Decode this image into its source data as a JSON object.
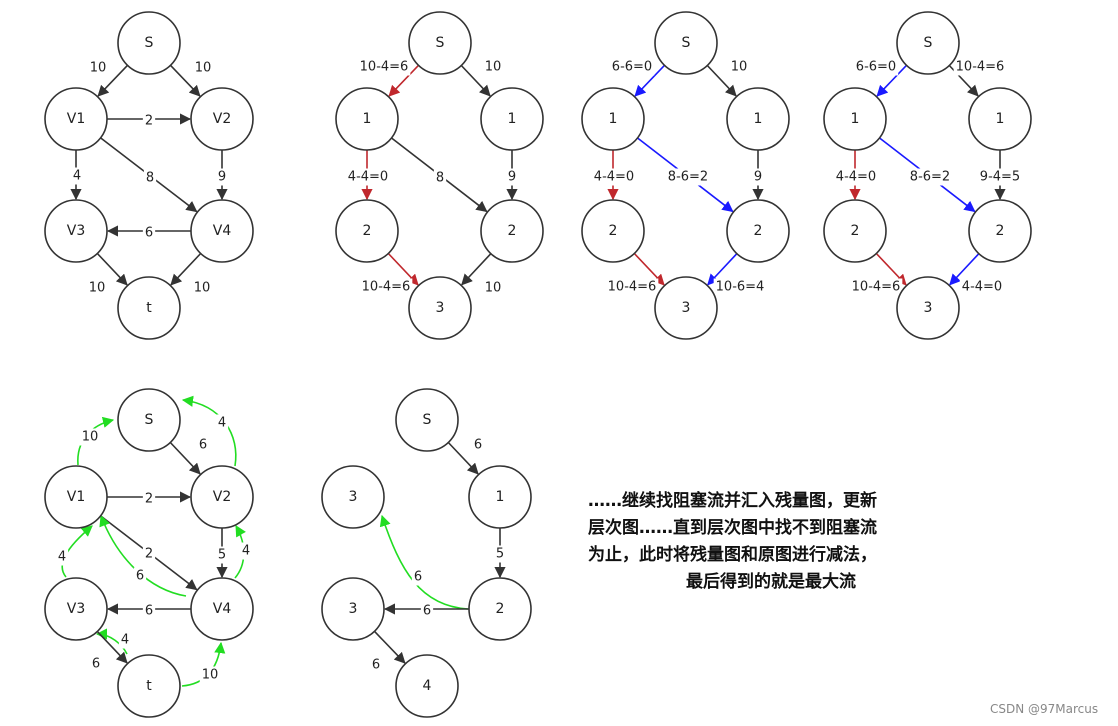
{
  "colors": {
    "black_edge": "#333333",
    "red_edge": "#c0282d",
    "blue_edge": "#1a1aff",
    "green_edge": "#22dd22"
  },
  "graphs": [
    {
      "id": "g1",
      "nodes": [
        {
          "id": "s",
          "label": "S"
        },
        {
          "id": "v1",
          "label": "V1"
        },
        {
          "id": "v2",
          "label": "V2"
        },
        {
          "id": "v3",
          "label": "V3"
        },
        {
          "id": "v4",
          "label": "V4"
        },
        {
          "id": "t",
          "label": "t"
        }
      ],
      "edges": [
        {
          "from": "s",
          "to": "v1",
          "label": "10",
          "color": "black"
        },
        {
          "from": "s",
          "to": "v2",
          "label": "10",
          "color": "black"
        },
        {
          "from": "v1",
          "to": "v2",
          "label": "2",
          "color": "black"
        },
        {
          "from": "v1",
          "to": "v4",
          "label": "8",
          "color": "black"
        },
        {
          "from": "v1",
          "to": "v3",
          "label": "4",
          "color": "black"
        },
        {
          "from": "v2",
          "to": "v4",
          "label": "9",
          "color": "black"
        },
        {
          "from": "v4",
          "to": "v3",
          "label": "6",
          "color": "black"
        },
        {
          "from": "v3",
          "to": "t",
          "label": "10",
          "color": "black"
        },
        {
          "from": "v4",
          "to": "t",
          "label": "10",
          "color": "black"
        }
      ]
    },
    {
      "id": "g2",
      "nodes": [
        {
          "id": "s",
          "label": "S"
        },
        {
          "id": "v1",
          "label": "1"
        },
        {
          "id": "v2",
          "label": "1"
        },
        {
          "id": "v3",
          "label": "2"
        },
        {
          "id": "v4",
          "label": "2"
        },
        {
          "id": "t",
          "label": "3"
        }
      ],
      "edges": [
        {
          "from": "s",
          "to": "v1",
          "label": "10-4=6",
          "color": "red"
        },
        {
          "from": "s",
          "to": "v2",
          "label": "10",
          "color": "black"
        },
        {
          "from": "v1",
          "to": "v3",
          "label": "4-4=0",
          "color": "red"
        },
        {
          "from": "v1",
          "to": "v4",
          "label": "8",
          "color": "black"
        },
        {
          "from": "v2",
          "to": "v4",
          "label": "9",
          "color": "black"
        },
        {
          "from": "v3",
          "to": "t",
          "label": "10-4=6",
          "color": "red"
        },
        {
          "from": "v4",
          "to": "t",
          "label": "10",
          "color": "black"
        }
      ]
    },
    {
      "id": "g3",
      "nodes": [
        {
          "id": "s",
          "label": "S"
        },
        {
          "id": "v1",
          "label": "1"
        },
        {
          "id": "v2",
          "label": "1"
        },
        {
          "id": "v3",
          "label": "2"
        },
        {
          "id": "v4",
          "label": "2"
        },
        {
          "id": "t",
          "label": "3"
        }
      ],
      "edges": [
        {
          "from": "s",
          "to": "v1",
          "label": "6-6=0",
          "color": "blue"
        },
        {
          "from": "s",
          "to": "v2",
          "label": "10",
          "color": "black"
        },
        {
          "from": "v1",
          "to": "v3",
          "label": "4-4=0",
          "color": "red"
        },
        {
          "from": "v1",
          "to": "v4",
          "label": "8-6=2",
          "color": "blue"
        },
        {
          "from": "v2",
          "to": "v4",
          "label": "9",
          "color": "black"
        },
        {
          "from": "v3",
          "to": "t",
          "label": "10-4=6",
          "color": "red"
        },
        {
          "from": "v4",
          "to": "t",
          "label": "10-6=4",
          "color": "blue"
        }
      ]
    },
    {
      "id": "g4",
      "nodes": [
        {
          "id": "s",
          "label": "S"
        },
        {
          "id": "v1",
          "label": "1"
        },
        {
          "id": "v2",
          "label": "1"
        },
        {
          "id": "v3",
          "label": "2"
        },
        {
          "id": "v4",
          "label": "2"
        },
        {
          "id": "t",
          "label": "3"
        }
      ],
      "edges": [
        {
          "from": "s",
          "to": "v1",
          "label": "6-6=0",
          "color": "blue"
        },
        {
          "from": "s",
          "to": "v2",
          "label": "10-4=6",
          "color": "black"
        },
        {
          "from": "v1",
          "to": "v3",
          "label": "4-4=0",
          "color": "red"
        },
        {
          "from": "v1",
          "to": "v4",
          "label": "8-6=2",
          "color": "blue"
        },
        {
          "from": "v2",
          "to": "v4",
          "label": "9-4=5",
          "color": "black"
        },
        {
          "from": "v3",
          "to": "t",
          "label": "10-4=6",
          "color": "red"
        },
        {
          "from": "v4",
          "to": "t",
          "label": "4-4=0",
          "color": "blue"
        }
      ]
    },
    {
      "id": "g5",
      "nodes": [
        {
          "id": "s",
          "label": "S"
        },
        {
          "id": "v1",
          "label": "V1"
        },
        {
          "id": "v2",
          "label": "V2"
        },
        {
          "id": "v3",
          "label": "V3"
        },
        {
          "id": "v4",
          "label": "V4"
        },
        {
          "id": "t",
          "label": "t"
        }
      ],
      "edges": [
        {
          "from": "v1",
          "to": "s",
          "label": "10",
          "color": "green",
          "curve": "c1"
        },
        {
          "from": "s",
          "to": "v2",
          "label": "6",
          "color": "black"
        },
        {
          "from": "v2",
          "to": "s",
          "label": "4",
          "color": "green",
          "curve": "c2"
        },
        {
          "from": "v1",
          "to": "v2",
          "label": "2",
          "color": "black"
        },
        {
          "from": "v1",
          "to": "v4",
          "label": "2",
          "color": "black"
        },
        {
          "from": "v4",
          "to": "v1",
          "label": "6",
          "color": "green",
          "curve": "c3"
        },
        {
          "from": "v3",
          "to": "v1",
          "label": "4",
          "color": "green",
          "curve": "c4"
        },
        {
          "from": "v2",
          "to": "v4",
          "label": "5",
          "color": "black"
        },
        {
          "from": "v4",
          "to": "v2",
          "label": "4",
          "color": "green",
          "curve": "c5"
        },
        {
          "from": "v4",
          "to": "v3",
          "label": "6",
          "color": "black"
        },
        {
          "from": "t",
          "to": "v3",
          "label": "4",
          "color": "green",
          "curve": "c6"
        },
        {
          "from": "v3",
          "to": "t",
          "label": "6",
          "color": "black"
        },
        {
          "from": "t",
          "to": "v4",
          "label": "10",
          "color": "green",
          "curve": "c7"
        }
      ]
    },
    {
      "id": "g6",
      "nodes": [
        {
          "id": "s",
          "label": "S"
        },
        {
          "id": "a1",
          "label": "1"
        },
        {
          "id": "b3",
          "label": "3"
        },
        {
          "id": "c3",
          "label": "3"
        },
        {
          "id": "d2",
          "label": "2"
        },
        {
          "id": "e4",
          "label": "4"
        }
      ],
      "edges": [
        {
          "from": "s",
          "to": "a1",
          "label": "6",
          "color": "black"
        },
        {
          "from": "a1",
          "to": "d2",
          "label": "5",
          "color": "black"
        },
        {
          "from": "d2",
          "to": "b3",
          "label": "6",
          "color": "green",
          "curve": "d1"
        },
        {
          "from": "d2",
          "to": "c3",
          "label": "6",
          "color": "black"
        },
        {
          "from": "c3",
          "to": "e4",
          "label": "6",
          "color": "black"
        }
      ]
    }
  ],
  "caption": {
    "line1": "……继续找阻塞流并汇入残量图，更新",
    "line2": "层次图……直到层次图中找不到阻塞流",
    "line3": "为止，此时将残量图和原图进行减法，",
    "line4": "最后得到的就是最大流"
  },
  "watermark": "CSDN @97Marcus"
}
